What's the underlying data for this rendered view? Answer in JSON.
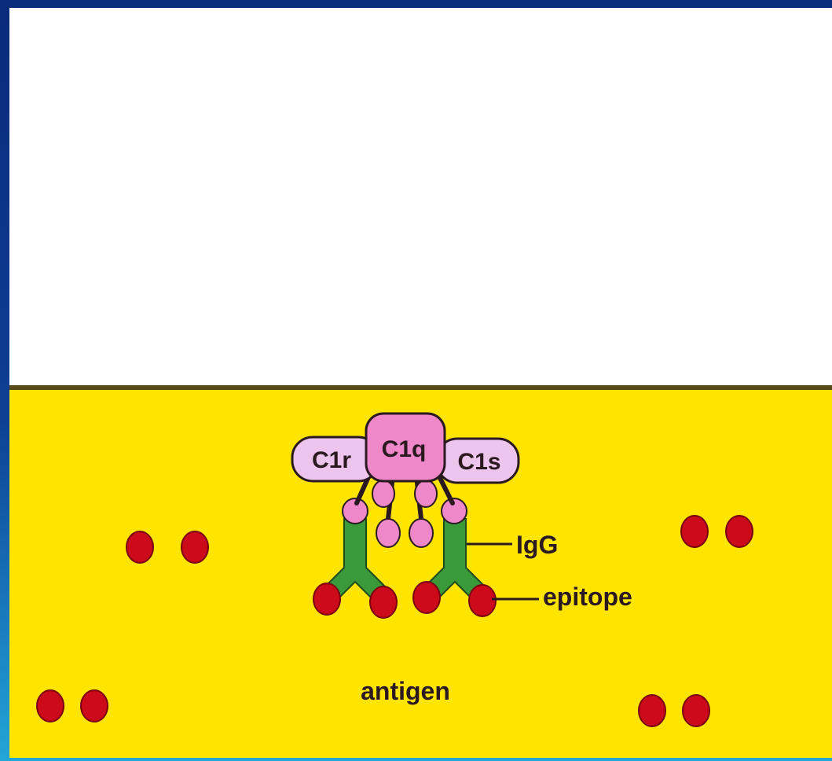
{
  "colors": {
    "frame_outer": "#0b2f86",
    "frame_inner": "#1b8fc8",
    "upper_panel": "#ffffff",
    "surface_line": "#5a4a1a",
    "antigen_surface": "#ffe400",
    "epitope_red": "#cc0a1a",
    "igg_green": "#3a9a3a",
    "c1q_pink": "#ee88c8",
    "c1rs_lavender": "#ecc4ec",
    "outline": "#2a1a20"
  },
  "labels": {
    "c1r": "C1r",
    "c1q": "C1q",
    "c1s": "C1s",
    "igg": "IgG",
    "epitope": "epitope",
    "antigen": "antigen"
  }
}
